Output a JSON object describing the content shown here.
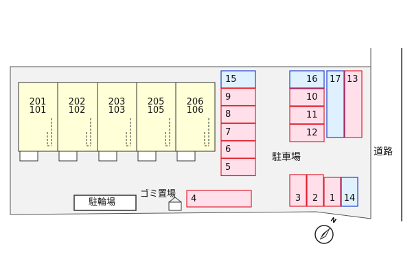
{
  "units": [
    {
      "upper": "201",
      "lower": "101"
    },
    {
      "upper": "202",
      "lower": "102"
    },
    {
      "upper": "203",
      "lower": "103"
    },
    {
      "upper": "205",
      "lower": "105"
    },
    {
      "upper": "206",
      "lower": "106"
    }
  ],
  "parking": {
    "label": "駐車場",
    "left_column": [
      "15",
      "9",
      "8",
      "7",
      "6",
      "5"
    ],
    "right_column": [
      "16",
      "10",
      "11",
      "12"
    ],
    "tall_spaces": [
      "17",
      "13"
    ],
    "bottom_row": [
      "3",
      "2",
      "1",
      "14"
    ],
    "bottom_left": "4"
  },
  "labels": {
    "road": "道路",
    "trash": "ゴミ置場",
    "bicycle": "駐輪場",
    "compass_north": "N"
  },
  "colors": {
    "building_fill": "#ffffd8",
    "car_space_fill": "#ffe0ea",
    "car_space_border": "#e0202e",
    "bike_space_fill": "#dff0ff",
    "bike_space_border": "#2040d0",
    "ground": "#f2f2f2"
  }
}
